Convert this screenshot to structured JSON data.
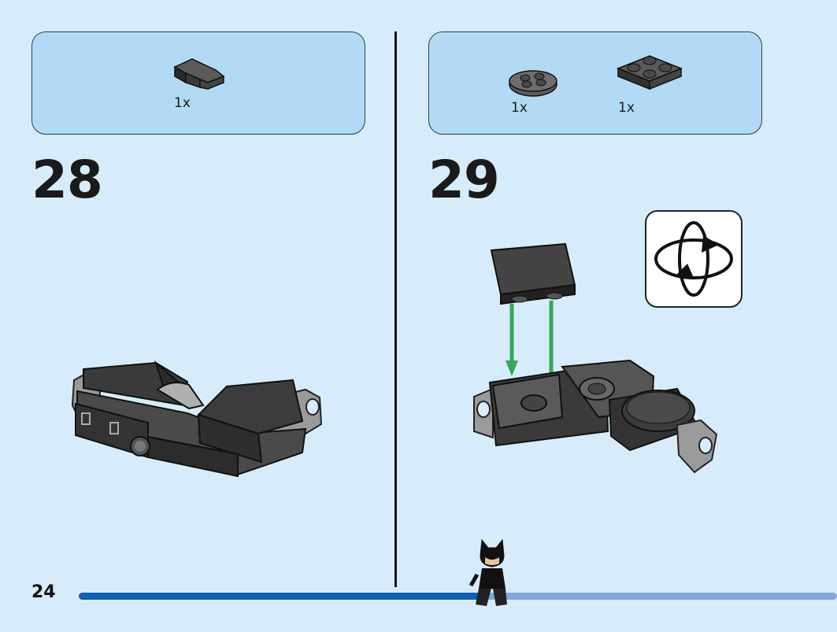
{
  "page": {
    "number": "24",
    "progress": 0.53
  },
  "steps": [
    {
      "number": "28",
      "parts": [
        {
          "qty": "1x",
          "icon": "slope-brick-dark-gray-icon"
        }
      ]
    },
    {
      "number": "29",
      "parts": [
        {
          "qty": "1x",
          "icon": "round-plate-dark-gray-icon"
        },
        {
          "qty": "1x",
          "icon": "plate-2x2-dark-gray-icon"
        }
      ]
    }
  ],
  "icons": {
    "rotate": "rotate-model-icon",
    "figure": "minifigure-progress-icon"
  },
  "colors": {
    "background": "#d6ecfb",
    "parts_box": "#b3daf5",
    "progress_done": "#1060b4",
    "progress_remaining": "#7fa8dc",
    "arrow": "#3aa65a",
    "brick": "#3b3b3b"
  }
}
